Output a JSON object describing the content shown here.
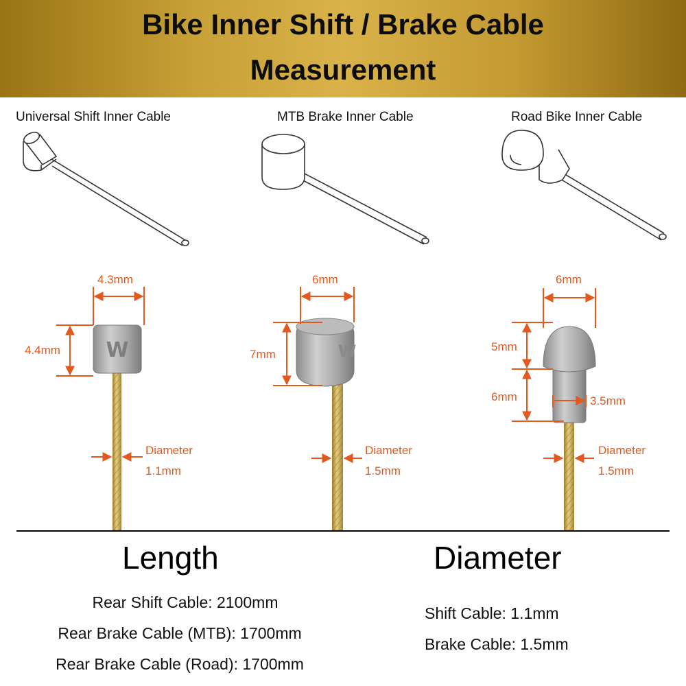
{
  "header": {
    "line1": "Bike Inner Shift / Brake Cable",
    "line2": "Measurement"
  },
  "cables": [
    {
      "title": "Universal Shift Inner Cable",
      "head_width": "4.3mm",
      "head_height": "4.4mm",
      "diameter_label": "Diameter",
      "diameter_value": "1.1mm"
    },
    {
      "title": "MTB Brake Inner Cable",
      "head_width": "6mm",
      "head_height": "7mm",
      "diameter_label": "Diameter",
      "diameter_value": "1.5mm"
    },
    {
      "title": "Road Bike Inner Cable",
      "head_width": "6mm",
      "dome_height": "5mm",
      "neck_height": "6mm",
      "neck_width": "3.5mm",
      "diameter_label": "Diameter",
      "diameter_value": "1.5mm"
    }
  ],
  "length_section": {
    "title": "Length",
    "items": [
      "Rear Shift Cable: 2100mm",
      "Rear Brake Cable (MTB): 1700mm",
      "Rear Brake Cable (Road): 1700mm"
    ]
  },
  "diameter_section": {
    "title": "Diameter",
    "items": [
      "Shift Cable: 1.1mm",
      "Brake Cable: 1.5mm"
    ]
  },
  "colors": {
    "dimension": "#e2581d",
    "banner_gold": "#c7a037",
    "cable_gold": "#c8a84a",
    "metal_silver": "#a9a9a9"
  }
}
